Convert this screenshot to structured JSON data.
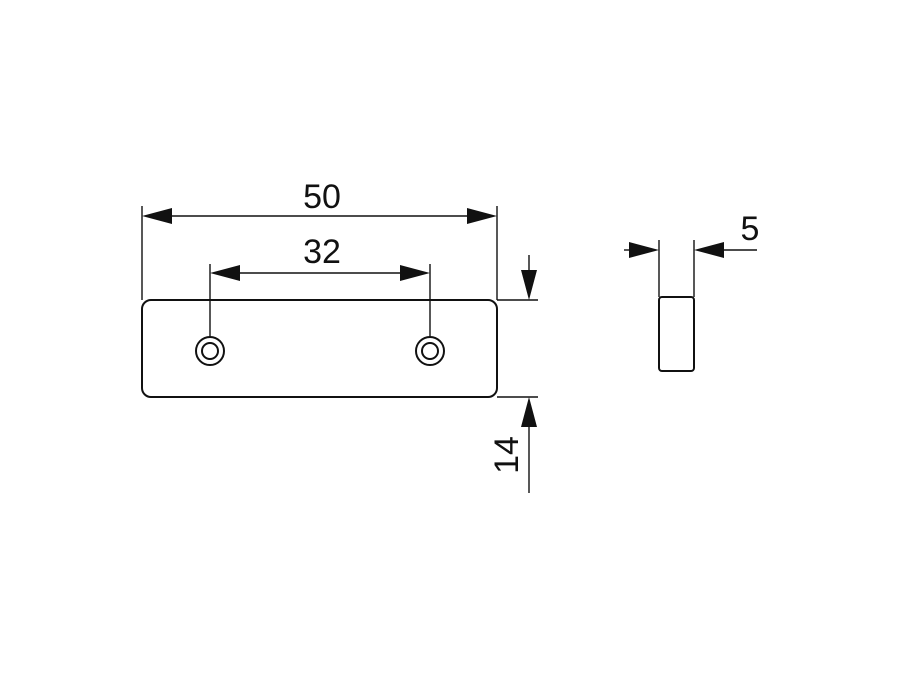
{
  "dimensions": {
    "overall_length": "50",
    "hole_spacing": "32",
    "height": "14",
    "thickness": "5"
  },
  "colors": {
    "line": "#111111",
    "background": "#ffffff"
  }
}
